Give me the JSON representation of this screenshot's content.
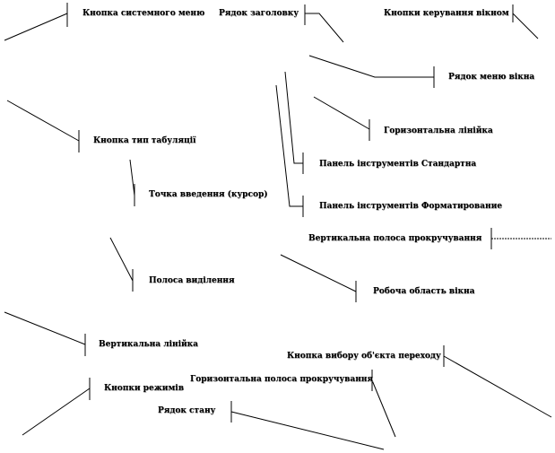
{
  "labels": {
    "system_menu_button": "Кнопка системного меню",
    "title_bar": "Рядок заголовку",
    "window_control_buttons": "Кнопки керування вікном",
    "window_menu_bar": "Рядок меню вікна",
    "horizontal_ruler": "Горизонтальна лінійка",
    "tab_type_button": "Кнопка тип табуляції",
    "standard_toolbar": "Панель інструментів Стандартна",
    "insertion_point_cursor": "Точка введення (курсор)",
    "formatting_toolbar": "Панель інструментів Форматирование",
    "vertical_scrollbar": "Вертикальна полоса прокручування",
    "selection_bar": "Полоса виділення",
    "window_work_area": "Робоча область вікна",
    "vertical_ruler": "Вертикальна лінійка",
    "browse_object_button": "Кнопка вибору об'єкта переходу",
    "view_mode_buttons": "Кнопки режимів",
    "horizontal_scrollbar": "Горизонтальна полоса прокручування",
    "status_bar": "Рядок стану"
  }
}
